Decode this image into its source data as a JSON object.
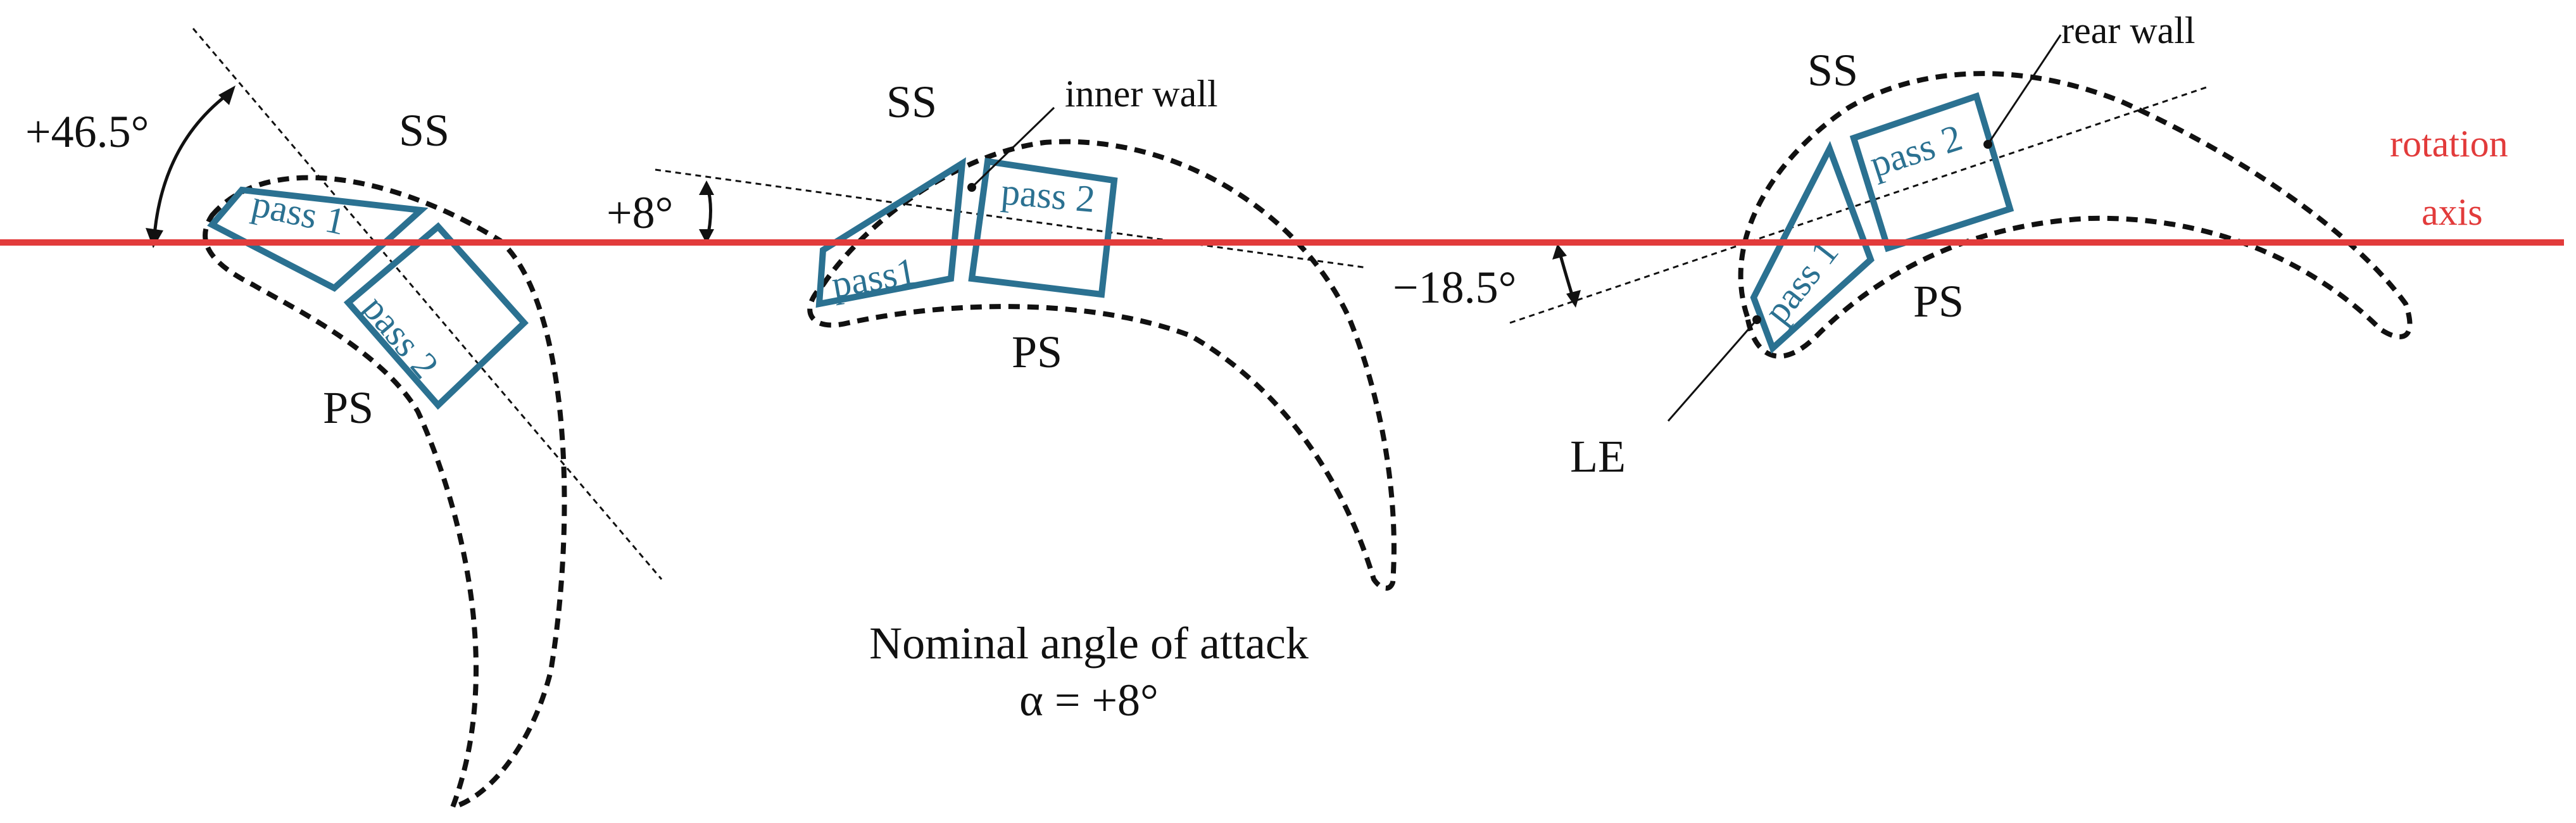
{
  "colors": {
    "rotation_axis": "#e23b3b",
    "passage": "#2b7191",
    "airfoil": "#111111"
  },
  "left_config": {
    "angle": "+46.5°",
    "suction_side": "SS",
    "pressure_side": "PS",
    "pass1": "pass 1",
    "pass2": "pass 2"
  },
  "middle_config": {
    "angle": "+8°",
    "suction_side": "SS",
    "pressure_side": "PS",
    "pass1": "pass1",
    "pass2": "pass 2",
    "inner_wall": "inner wall"
  },
  "right_config": {
    "angle": "−18.5°",
    "suction_side": "SS",
    "pressure_side": "PS",
    "pass1": "pass 1",
    "pass2": "pass 2",
    "rear_wall": "rear wall",
    "leading_edge": "LE"
  },
  "rotation_axis": {
    "line1": "rotation",
    "line2": "axis"
  },
  "caption": {
    "line1": "Nominal angle of attack",
    "line2": "α = +8°"
  }
}
